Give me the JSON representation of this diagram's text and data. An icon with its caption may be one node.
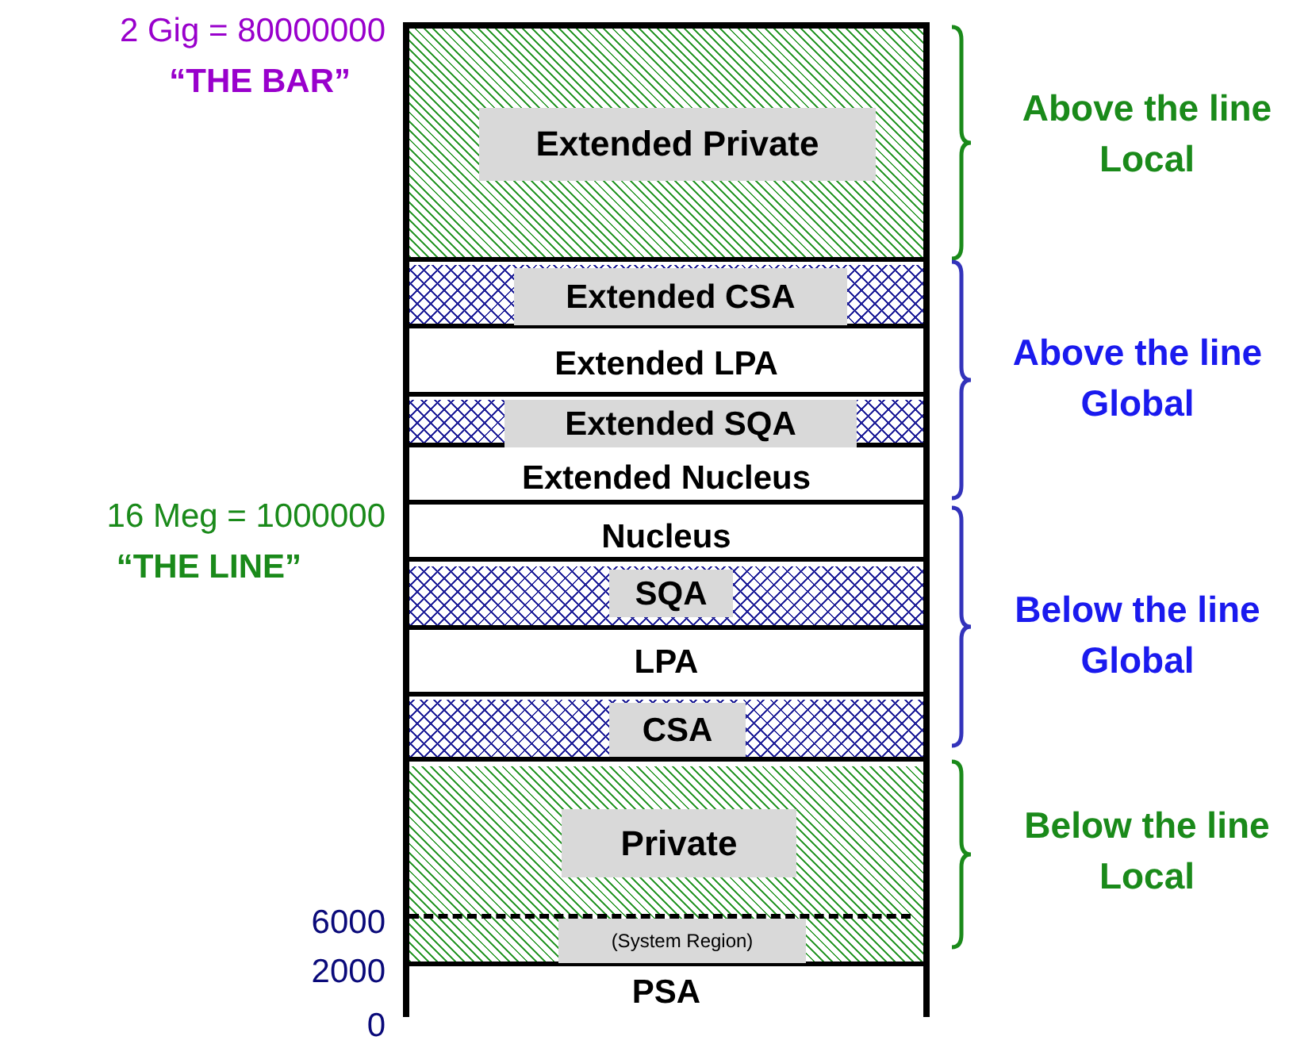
{
  "diagram": {
    "nodes": [
      {
        "text": [
          "Extended Private"
        ]
      },
      {
        "text": [
          "Extended CSA"
        ]
      },
      {
        "text": [
          "Extended LPA"
        ]
      },
      {
        "text": [
          "Extended SQA"
        ]
      },
      {
        "text": [
          "Extended Nucleus"
        ]
      },
      {
        "text": [
          "Nucleus"
        ]
      },
      {
        "text": [
          "SQA"
        ]
      },
      {
        "text": [
          "LPA"
        ]
      },
      {
        "text": [
          "CSA"
        ]
      },
      {
        "text": [
          "Private"
        ]
      },
      {
        "text": [
          "(System Region)"
        ],
        "in": 9
      },
      {
        "text": [
          "PSA"
        ]
      }
    ],
    "edges": [],
    "labels": [
      "2 Gig = 80000000",
      "“THE BAR”",
      "Above the line Local",
      "Above the line Global",
      "16 Meg = 1000000",
      "“THE LINE”",
      "Below the line Global",
      "Below the line Local",
      "6000",
      "2000",
      "0"
    ]
  }
}
